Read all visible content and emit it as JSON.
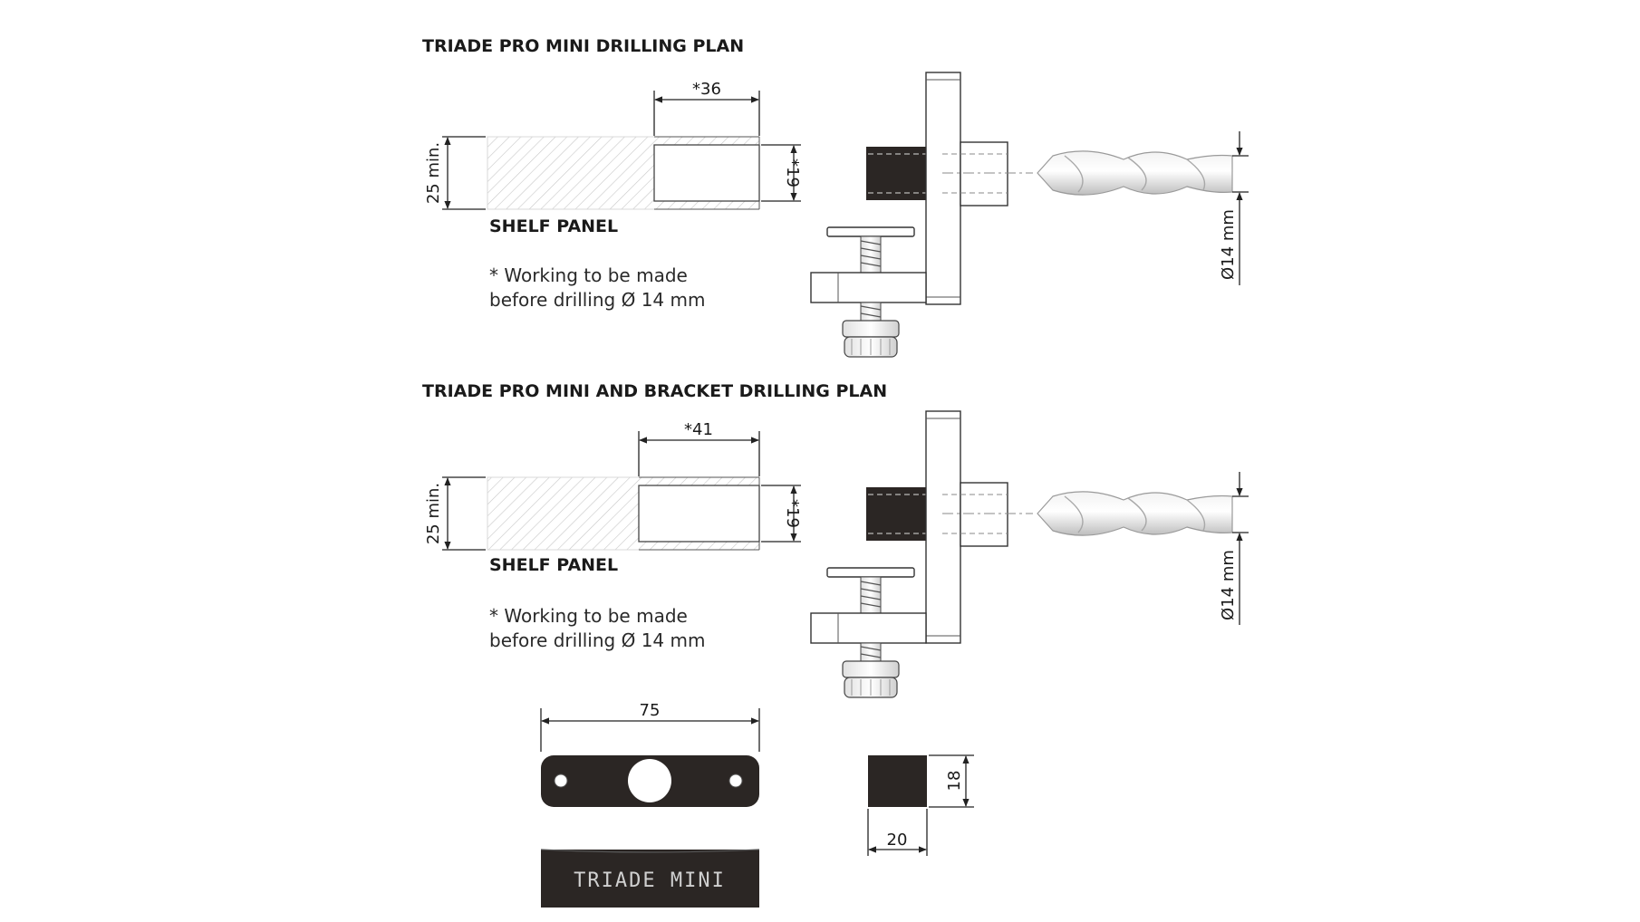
{
  "section1": {
    "title": "TRIADE PRO MINI DRILLING PLAN",
    "panel_label": "SHELF PANEL",
    "note_line1": "* Working to be made",
    "note_line2": "before drilling Ø 14 mm",
    "dim_width": "*36",
    "dim_height": "*19",
    "dim_thickness": "25 min.",
    "dim_drill": "Ø14 mm"
  },
  "section2": {
    "title": "TRIADE PRO MINI AND BRACKET DRILLING PLAN",
    "panel_label": "SHELF PANEL",
    "note_line1": "* Working to be made",
    "note_line2": "before drilling Ø 14 mm",
    "dim_width": "*41",
    "dim_height": "*19",
    "dim_thickness": "25 min.",
    "dim_drill": "Ø14 mm"
  },
  "bracket": {
    "dim_length": "75",
    "plate_text": "TRIADE MINI"
  },
  "section_block": {
    "dim_height": "18",
    "dim_width": "20"
  },
  "colors": {
    "dark_part": "#2b2624",
    "hatch": "#c8c8c8",
    "line": "#222222"
  }
}
